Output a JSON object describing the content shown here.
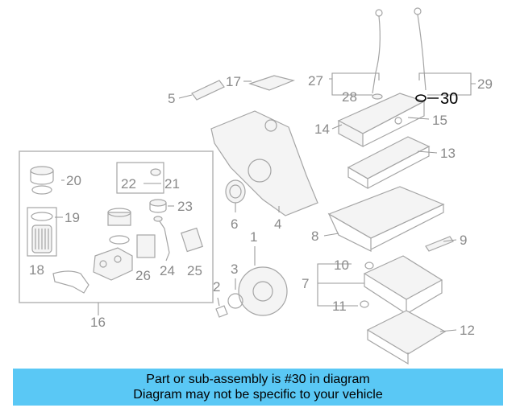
{
  "callouts": [
    "1",
    "2",
    "3",
    "4",
    "5",
    "6",
    "7",
    "8",
    "9",
    "10",
    "11",
    "12",
    "13",
    "14",
    "15",
    "16",
    "17",
    "18",
    "19",
    "20",
    "21",
    "22",
    "23",
    "24",
    "25",
    "26",
    "27",
    "28",
    "29",
    "30"
  ],
  "highlighted_callout": "30",
  "caption": {
    "line1": "Part or sub-assembly is #30 in diagram",
    "line2": "Diagram may not be specific to your vehicle"
  },
  "colors": {
    "caption_bg": "#5ac8f5",
    "line_art": "#a5a5a5",
    "callout_text": "#8a8a8a",
    "highlight": "#000000"
  }
}
